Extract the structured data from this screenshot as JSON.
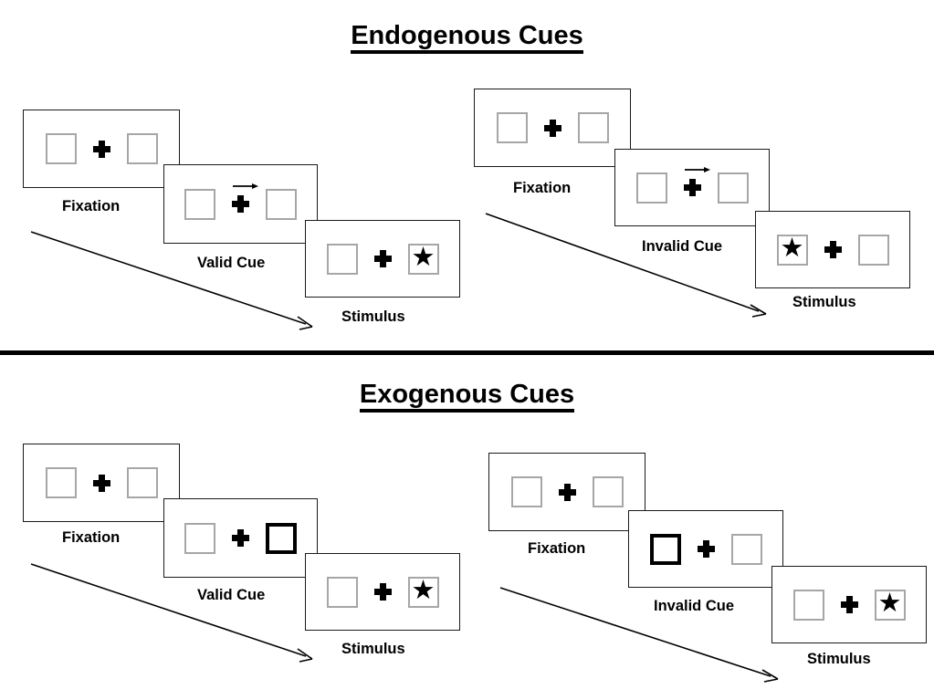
{
  "page": {
    "background": "#ffffff",
    "divider_color": "#000000"
  },
  "colors": {
    "panel_border": "#1a1a1a",
    "square_border": "#a6a6a6",
    "cue_highlight": "#000000",
    "text": "#000000"
  },
  "sections": [
    {
      "id": "endogenous",
      "title": "Endogenous Cues",
      "groups": [
        {
          "id": "endogenous-valid",
          "condition": "valid",
          "panels": [
            {
              "caption": "Fixation",
              "left_box": "empty",
              "center": "cross",
              "right_box": "empty"
            },
            {
              "caption": "Valid Cue",
              "left_box": "empty",
              "center": "cross-with-right-arrow",
              "right_box": "empty"
            },
            {
              "caption": "Stimulus",
              "left_box": "empty",
              "center": "cross",
              "right_box": "star"
            }
          ]
        },
        {
          "id": "endogenous-invalid",
          "condition": "invalid",
          "panels": [
            {
              "caption": "Fixation",
              "left_box": "empty",
              "center": "cross",
              "right_box": "empty"
            },
            {
              "caption": "Invalid Cue",
              "left_box": "empty",
              "center": "cross-with-right-arrow",
              "right_box": "empty"
            },
            {
              "caption": "Stimulus",
              "left_box": "star",
              "center": "cross",
              "right_box": "empty"
            }
          ]
        }
      ]
    },
    {
      "id": "exogenous",
      "title": "Exogenous Cues",
      "groups": [
        {
          "id": "exogenous-valid",
          "condition": "valid",
          "panels": [
            {
              "caption": "Fixation",
              "left_box": "empty",
              "center": "cross",
              "right_box": "empty"
            },
            {
              "caption": "Valid Cue",
              "left_box": "empty",
              "center": "cross",
              "right_box": "highlighted"
            },
            {
              "caption": "Stimulus",
              "left_box": "empty",
              "center": "cross",
              "right_box": "star"
            }
          ]
        },
        {
          "id": "exogenous-invalid",
          "condition": "invalid",
          "panels": [
            {
              "caption": "Fixation",
              "left_box": "empty",
              "center": "cross",
              "right_box": "empty"
            },
            {
              "caption": "Invalid Cue",
              "left_box": "highlighted",
              "center": "cross",
              "right_box": "empty"
            },
            {
              "caption": "Stimulus",
              "left_box": "empty",
              "center": "cross",
              "right_box": "star"
            }
          ]
        }
      ]
    }
  ],
  "glyphs": {
    "star": "★",
    "cue_arrow": "right-arrow",
    "flow_arrow": "diagonal-down-right-arrow"
  }
}
